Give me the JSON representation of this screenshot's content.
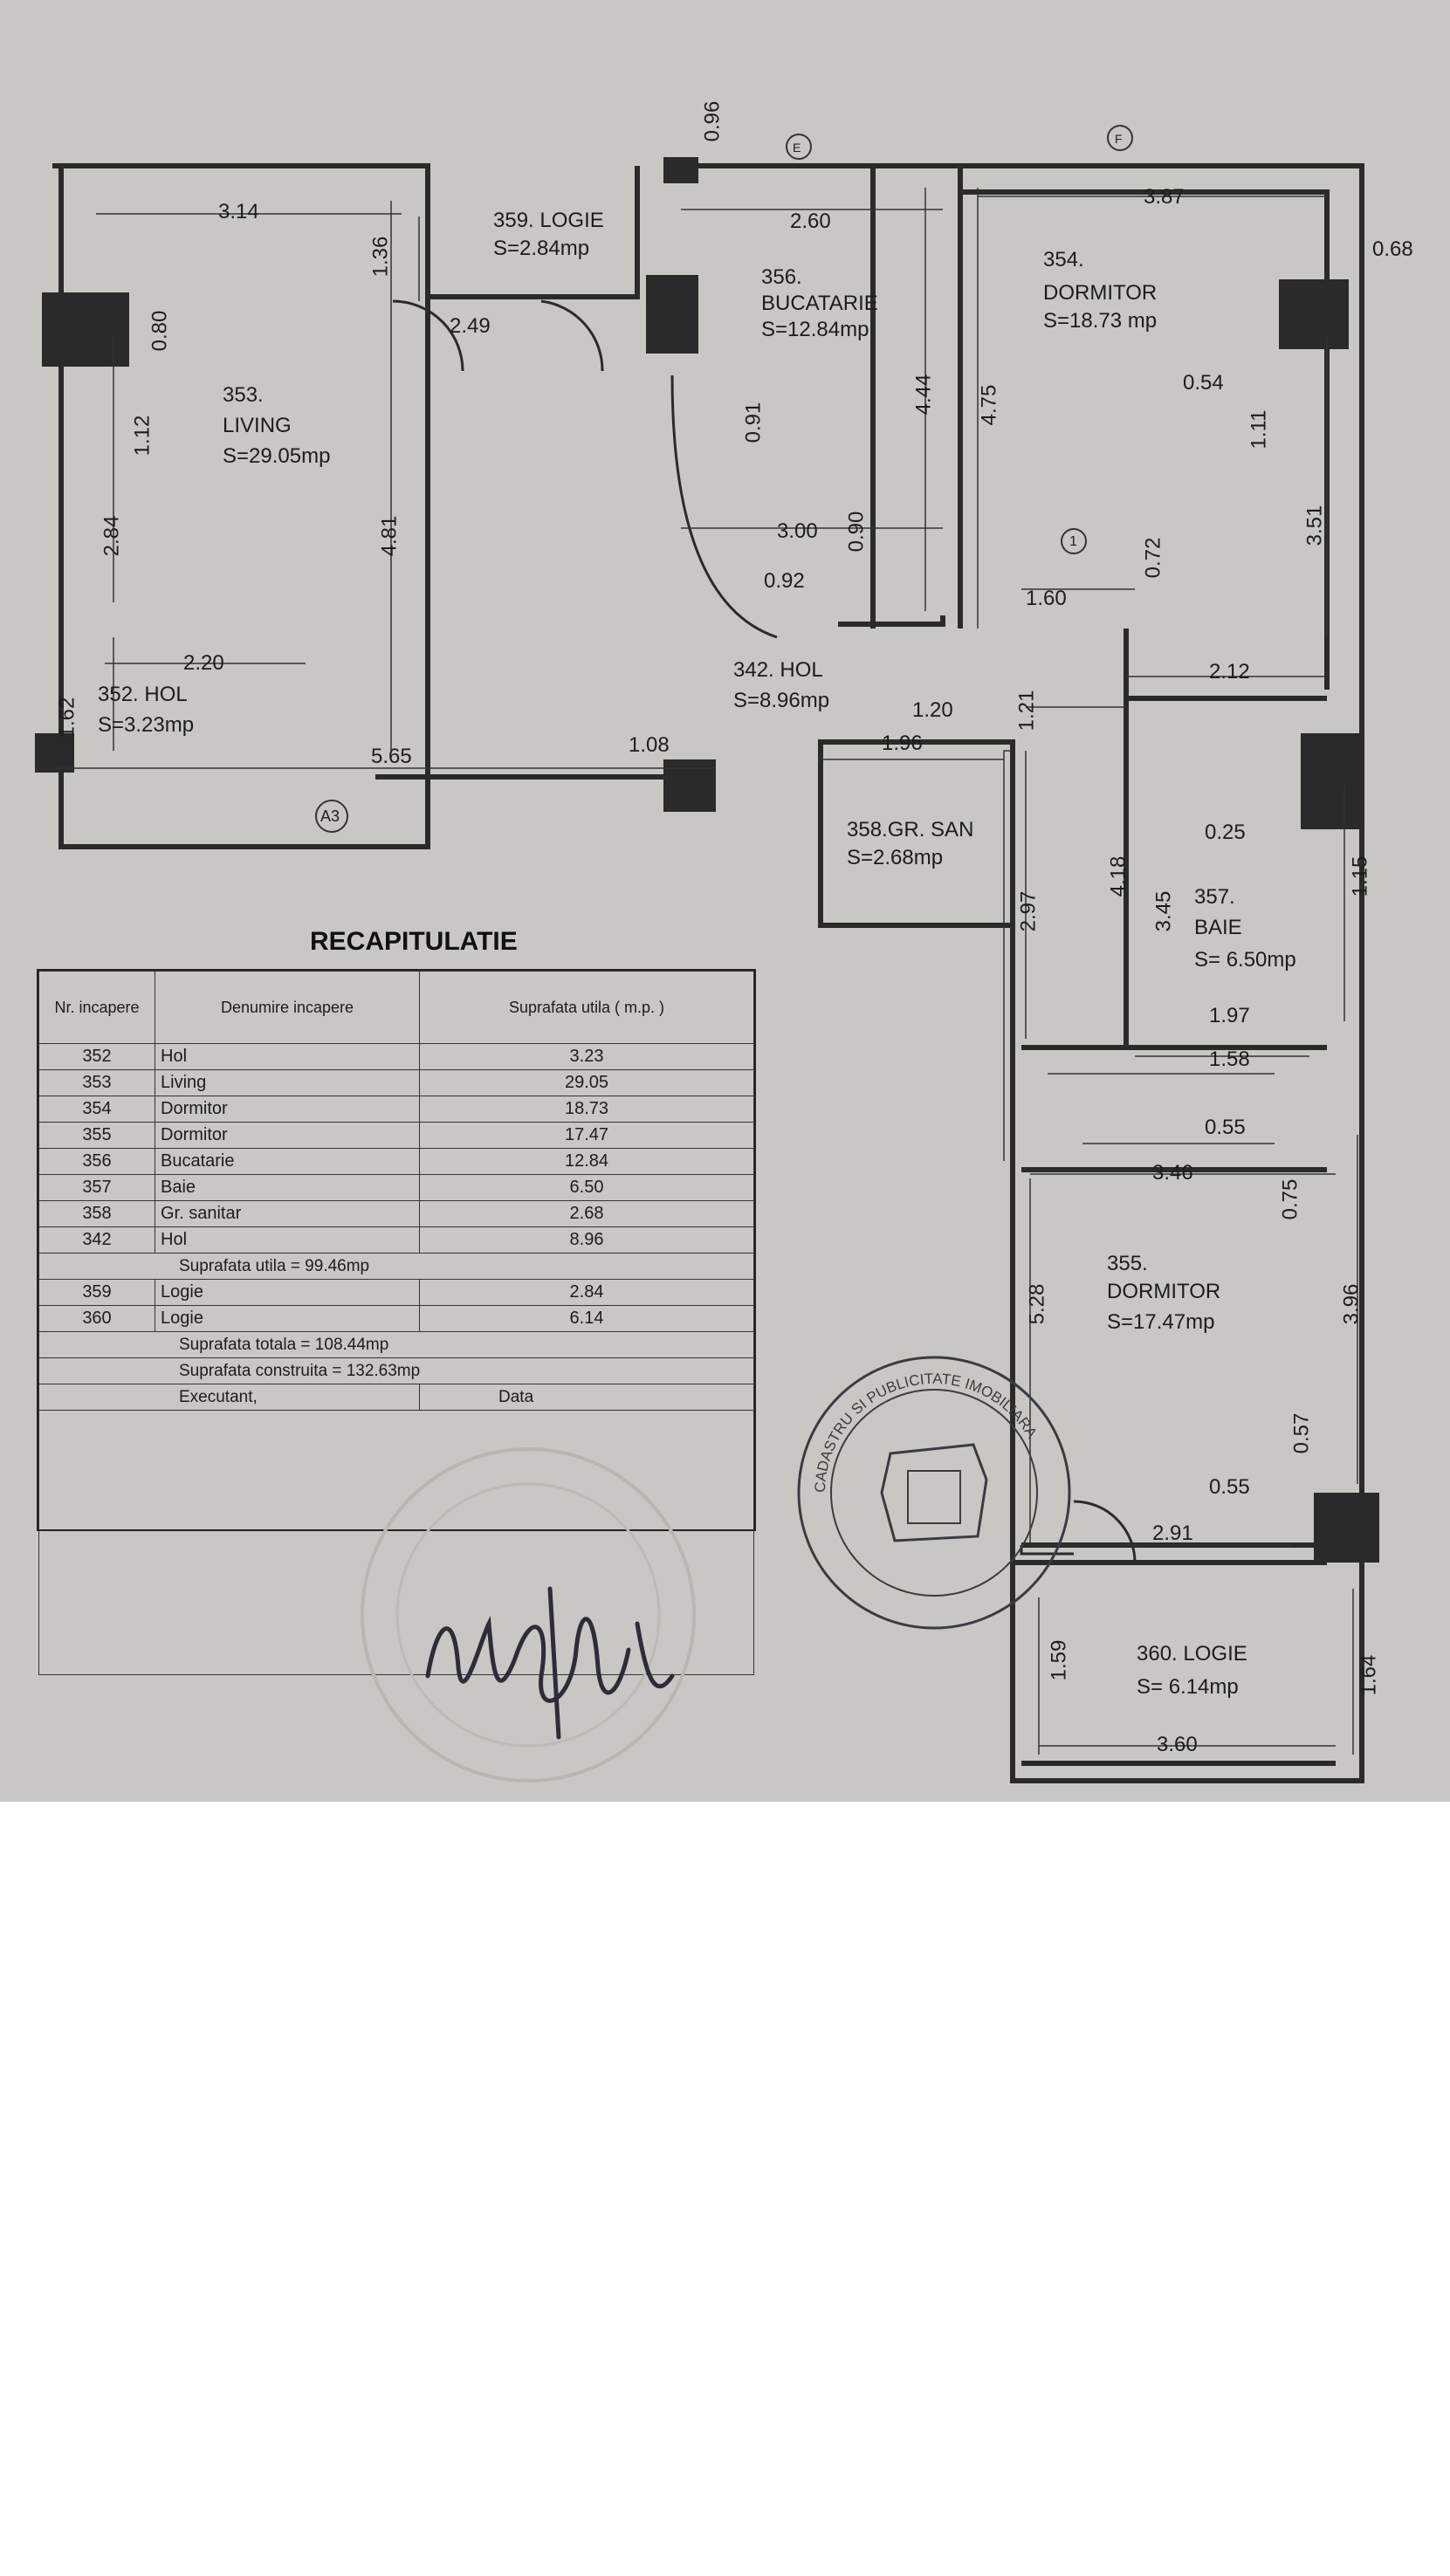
{
  "rooms": {
    "logie_359": {
      "name": "359. LOGIE",
      "area": "S=2.84mp"
    },
    "bucatarie_356": {
      "name1": "356.",
      "name2": "BUCATARIE",
      "area": "S=12.84mp"
    },
    "dormitor_354": {
      "name1": "354.",
      "name2": "DORMITOR",
      "area": "S=18.73 mp"
    },
    "living_353": {
      "name1": "353.",
      "name2": "LIVING",
      "area": "S=29.05mp"
    },
    "hol_352": {
      "name": "352. HOL",
      "area": "S=3.23mp"
    },
    "hol_342": {
      "name": "342. HOL",
      "area": "S=8.96mp"
    },
    "grsan_358": {
      "name": "358.GR. SAN",
      "area": "S=2.68mp"
    },
    "baie_357": {
      "name1": "357.",
      "name2": "BAIE",
      "area": "S= 6.50mp"
    },
    "dormitor_355": {
      "name1": "355.",
      "name2": "DORMITOR",
      "area": "S=17.47mp"
    },
    "logie_360": {
      "name": "360. LOGIE",
      "area": "S= 6.14mp"
    }
  },
  "markers": {
    "a3": "A3",
    "f": "F",
    "e": "E",
    "one": "1"
  },
  "dims": {
    "d314": "3.14",
    "d136": "1.36",
    "d096": "0.96",
    "d260": "2.60",
    "d387": "3.87",
    "d068": "0.68",
    "d249": "2.49",
    "d080": "0.80",
    "d112": "1.12",
    "d284": "2.84",
    "d481": "4.81",
    "d220": "2.20",
    "d162": "1.62",
    "d565": "5.65",
    "d108": "1.08",
    "d091": "0.91",
    "d444": "4.44",
    "d475": "4.75",
    "d300": "3.00",
    "d090": "0.90",
    "d092": "0.92",
    "d054": "0.54",
    "d111": "1.11",
    "d351": "3.51",
    "d072": "0.72",
    "d160": "1.60",
    "d212": "2.12",
    "d120": "1.20",
    "d121": "1.21",
    "d196": "1.96",
    "d025": "0.25",
    "d115": "1.15",
    "d418": "4.18",
    "d345": "3.45",
    "d297": "2.97",
    "d197": "1.97",
    "d158": "1.58",
    "d055a": "0.55",
    "d075": "0.75",
    "d346": "3.46",
    "d528": "5.28",
    "d396": "3.96",
    "d057": "0.57",
    "d055b": "0.55",
    "d291": "2.91",
    "d159": "1.59",
    "d164": "1.64",
    "d360": "3.60"
  },
  "recap": {
    "title": "RECAPITULATIE",
    "headers": {
      "nr": "Nr. incapere",
      "den": "Denumire incapere",
      "sup": "Suprafata utila ( m.p. )"
    },
    "rows": [
      {
        "nr": "352",
        "name": "Hol",
        "area": "3.23"
      },
      {
        "nr": "353",
        "name": "Living",
        "area": "29.05"
      },
      {
        "nr": "354",
        "name": "Dormitor",
        "area": "18.73"
      },
      {
        "nr": "355",
        "name": "Dormitor",
        "area": "17.47"
      },
      {
        "nr": "356",
        "name": "Bucatarie",
        "area": "12.84"
      },
      {
        "nr": "357",
        "name": "Baie",
        "area": "6.50"
      },
      {
        "nr": "358",
        "name": "Gr. sanitar",
        "area": "2.68"
      },
      {
        "nr": "342",
        "name": "Hol",
        "area": "8.96"
      }
    ],
    "suprafata_utila": "Suprafata utila = 99.46mp",
    "logii": [
      {
        "nr": "359",
        "name": "Logie",
        "area": "2.84"
      },
      {
        "nr": "360",
        "name": "Logie",
        "area": "6.14"
      }
    ],
    "suprafata_totala": "Suprafata totala = 108.44mp",
    "suprafata_construita": "Suprafata construita = 132.63mp",
    "executant": "Executant,",
    "data": "Data"
  },
  "stamp_text": "CADASTRU SI PUBLICITATE IMOBILIARA",
  "colors": {
    "paper": "#c9c7c3",
    "ink": "#1c1c1c",
    "wall": "#2a2a2a",
    "background": "#ffffff"
  }
}
